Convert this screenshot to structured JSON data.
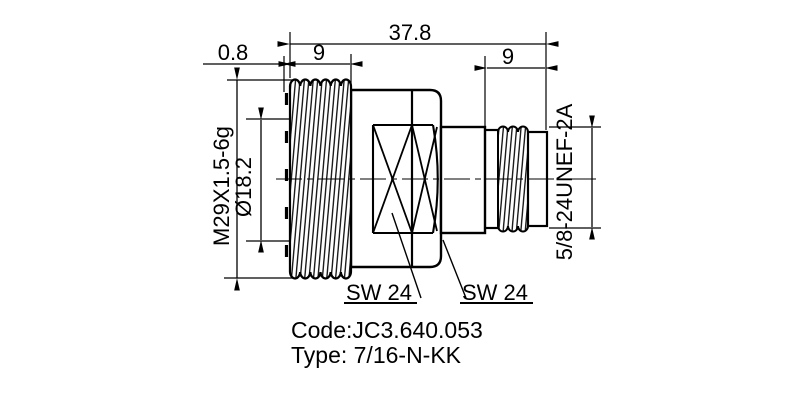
{
  "drawing": {
    "title_hint": "connector-adapter-technical-drawing",
    "dimensions": {
      "overall_length": "37.8",
      "washer_thickness": "0.8",
      "left_thread_length": "9",
      "right_thread_length": "9",
      "bore_diameter": "Ø18.2"
    },
    "labels": {
      "left_thread_spec": "M29X1.5-6g",
      "right_thread_spec": "5/8-24UNEF-2A",
      "wrench_size_left": "SW 24",
      "wrench_size_right": "SW 24"
    },
    "footer": {
      "code": "Code:JC3.640.053",
      "type": "Type: 7/16-N-KK"
    },
    "colors": {
      "line": "#000000",
      "background": "#ffffff"
    }
  }
}
